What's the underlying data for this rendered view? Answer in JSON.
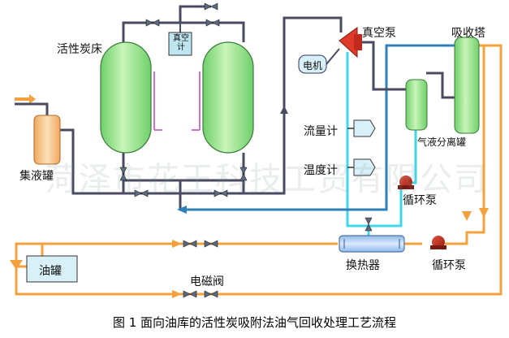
{
  "labels": {
    "carbon_bed": "活性炭床",
    "vacuum_pump": "真空泵",
    "absorption_tower": "吸收塔",
    "motor": "电机",
    "flowmeter": "流量计",
    "thermometer": "温度计",
    "gas_liquid_separator": "气液分离罐",
    "circulation_pump_1": "循环泵",
    "circulation_pump_2": "循环泵",
    "collection_tank": "集液罐",
    "heat_exchanger": "换热器",
    "oil_tank": "油罐",
    "solenoid_valve": "电磁阀",
    "vacuum_gauge": "真空计"
  },
  "watermark": "菏泽市花王科技工贸有限公司",
  "caption": "图 1  面向油库的活性炭吸附法油气回收处理工艺流程",
  "colors": {
    "gas_line": "#4a4a60",
    "cyan_line": "#40d8e8",
    "blue_line": "#2f7fb8",
    "orange_line": "#f4a03c",
    "bed_fill": "#8ee08a",
    "tank_fill": "#f7c08a",
    "pump_fill": "#c0392b"
  }
}
